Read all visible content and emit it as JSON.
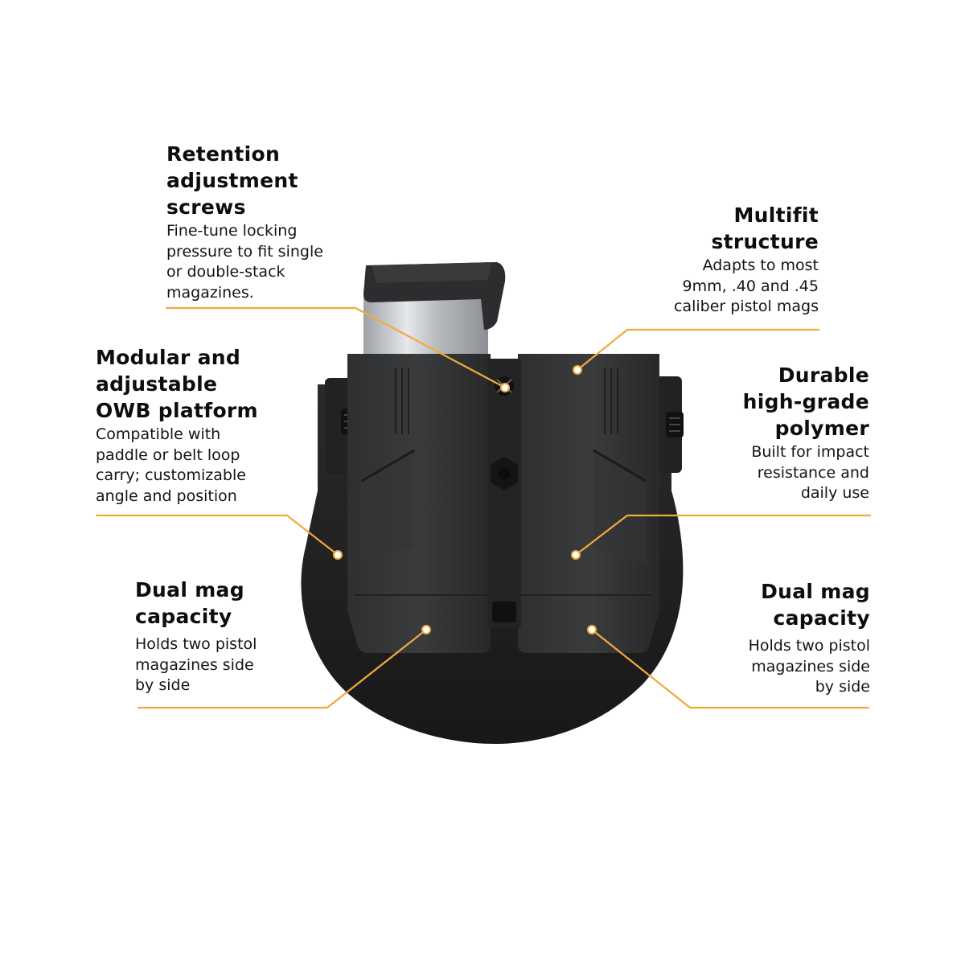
{
  "colors": {
    "accent": "#f2a93b",
    "polymer": "#2b2b2b",
    "polymer_dark": "#1a1a1a",
    "steel": "#c9cbcd"
  },
  "callouts": {
    "retention": {
      "title_lines": [
        "Retention",
        "adjustment",
        "screws"
      ],
      "desc_lines": [
        "Fine-tune locking",
        "pressure to fit single",
        "or double-stack",
        "magazines."
      ]
    },
    "multifit": {
      "title_lines": [
        "Multifit",
        "structure"
      ],
      "desc_lines": [
        "Adapts to most",
        "9mm, .40 and .45",
        "caliber pistol mags"
      ]
    },
    "modular": {
      "title_lines": [
        "Modular and",
        "adjustable",
        "OWB platform"
      ],
      "desc_lines": [
        "Compatible with",
        "paddle or belt loop",
        "carry; customizable",
        "angle and position"
      ]
    },
    "durable": {
      "title_lines": [
        "Durable",
        "high-grade",
        "polymer"
      ],
      "desc_lines": [
        "Built for impact",
        "resistance and",
        "daily use"
      ]
    },
    "dual_left": {
      "title_lines": [
        "Dual mag",
        "capacity"
      ],
      "desc_lines": [
        "Holds two pistol",
        "magazines side",
        "by side"
      ]
    },
    "dual_right": {
      "title_lines": [
        "Dual mag",
        "capacity"
      ],
      "desc_lines": [
        "Holds two pistol",
        "magazines side",
        "by side"
      ]
    }
  },
  "icons": {
    "product": "double-magazine-pouch-image",
    "pointer": "callout-dot-icon"
  }
}
